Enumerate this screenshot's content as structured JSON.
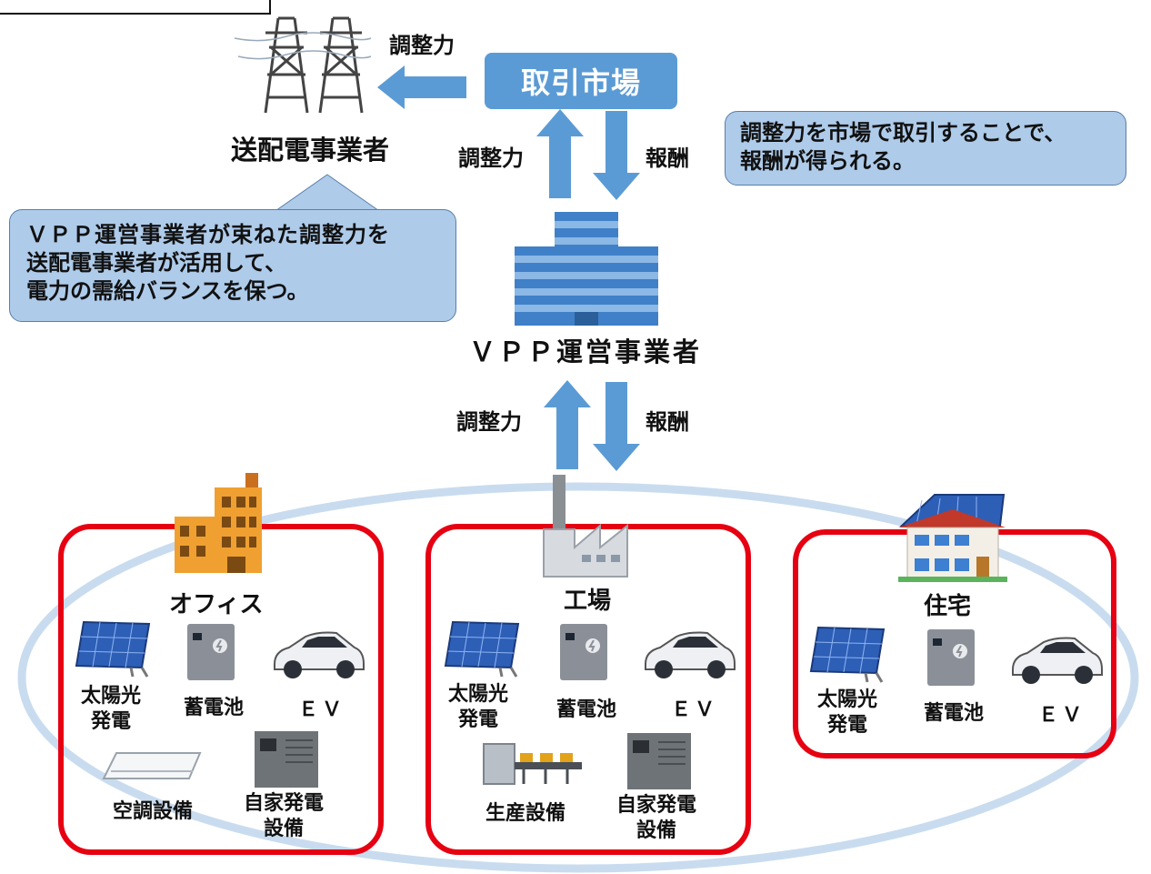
{
  "top_box": "",
  "grid": {
    "label": "送配電事業者",
    "arrow_label": "調整力"
  },
  "market": {
    "label": "取引市場",
    "up_label": "調整力",
    "down_label": "報酬",
    "note_line1": "調整力を市場で取引することで、",
    "note_line2": "報酬が得られる。"
  },
  "grid_note": {
    "line1": "ＶＰＰ運営事業者が束ねた調整力を",
    "line2": "送配電事業者が活用して、",
    "line3": "電力の需給バランスを保つ。"
  },
  "vpp": {
    "label": "ＶＰＰ運営事業者",
    "up_label": "調整力",
    "down_label": "報酬"
  },
  "groups": [
    {
      "name": "オフィス",
      "solar_line1": "太陽光",
      "solar_line2": "発電",
      "battery": "蓄電池",
      "ev": "ＥＶ",
      "extra1": "空調設備",
      "extra2_line1": "自家発電",
      "extra2_line2": "設備"
    },
    {
      "name": "工場",
      "solar_line1": "太陽光",
      "solar_line2": "発電",
      "battery": "蓄電池",
      "ev": "ＥＶ",
      "extra1": "生産設備",
      "extra2_line1": "自家発電",
      "extra2_line2": "設備"
    },
    {
      "name": "住宅",
      "solar_line1": "太陽光",
      "solar_line2": "発電",
      "battery": "蓄電池",
      "ev": "ＥＶ"
    }
  ],
  "colors": {
    "arrow": "#5b9bd5",
    "group_border": "#e60012",
    "ellipse": "#c9dcef",
    "callout_fill": "#aecbea"
  }
}
